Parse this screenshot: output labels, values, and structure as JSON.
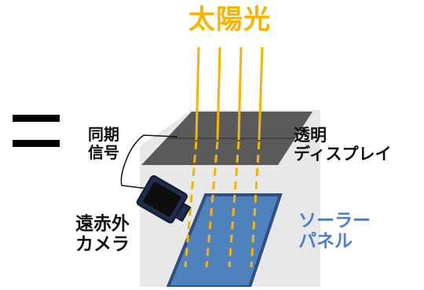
{
  "title": "太陽光",
  "labels": {
    "sync_line1": "同期",
    "sync_line2": "信号",
    "display_line1": "透明",
    "display_line2": "ディスプレイ",
    "camera_line1": "遠赤外",
    "camera_line2": "カメラ",
    "panel_line1": "ソーラー",
    "panel_line2": "パネル"
  },
  "colors": {
    "sunlight": "#f5b400",
    "panel_fill": "#4f81bd",
    "panel_border": "#2f4f7f",
    "box": "#e8e8e8",
    "display_top": "#595959",
    "panel_label": "#4f7fc8"
  },
  "icons": [
    "equals-sign",
    "infrared-camera-icon"
  ]
}
